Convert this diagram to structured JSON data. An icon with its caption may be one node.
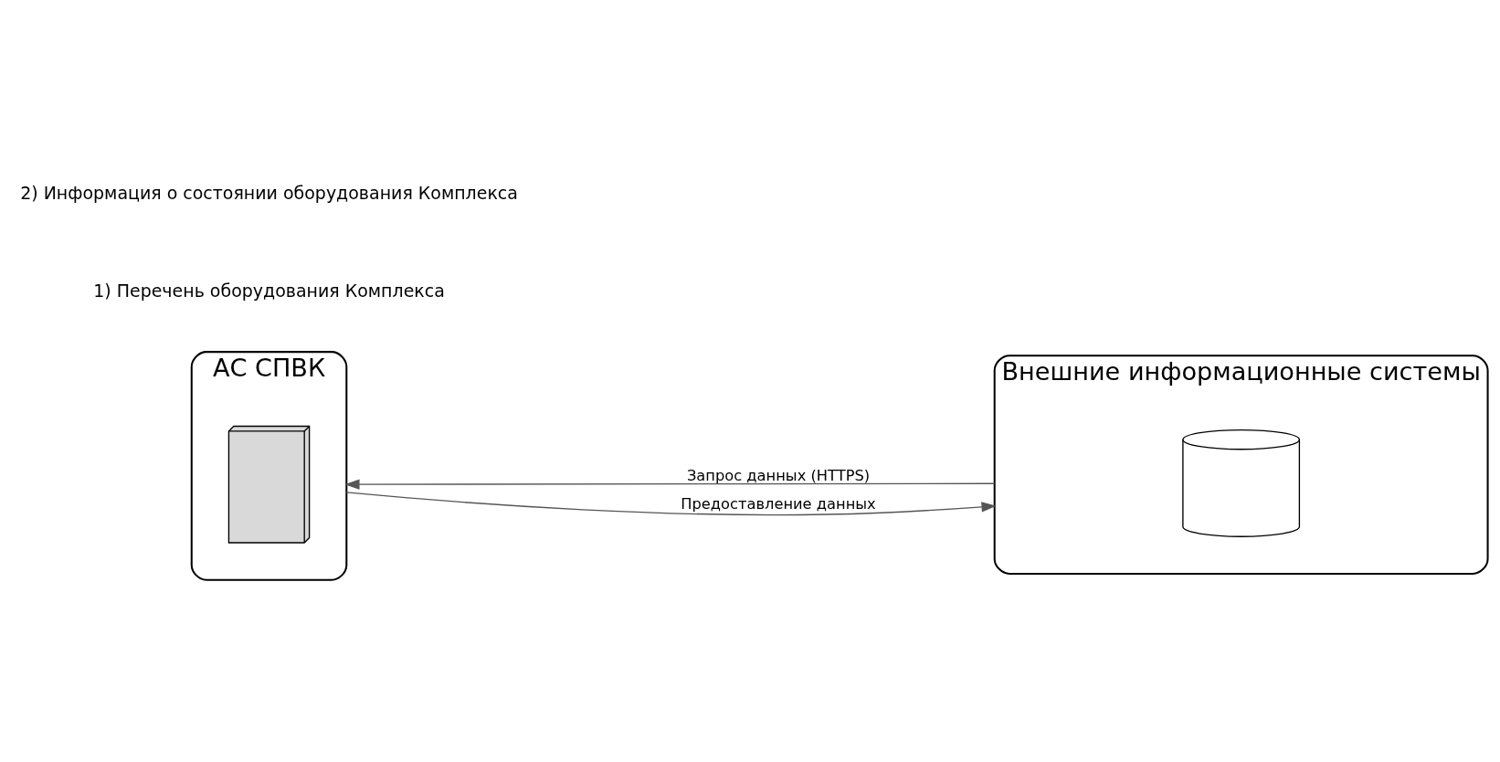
{
  "diagram": {
    "nodes": [
      {
        "text": [
          "АС СПВК"
        ]
      },
      {
        "text": [],
        "shape": "picture",
        "in": 0
      },
      {
        "text": [
          "Внешние информационные системы"
        ]
      },
      {
        "text": [],
        "shape": "cylinder",
        "in": 2
      }
    ],
    "edges": [
      {
        "from": 2,
        "to": 0,
        "arrow": "to",
        "label": "Запрос данных (HTTPS)"
      },
      {
        "from": 0,
        "to": 2,
        "arrow": "to",
        "label": "Предоставление данных"
      }
    ],
    "labels": [
      "1) Перечень оборудования Комплекса",
      "2) Информация о состоянии оборудования Комплекса"
    ]
  }
}
